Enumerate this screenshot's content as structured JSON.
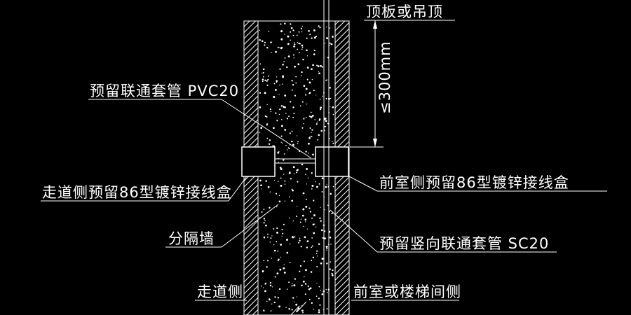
{
  "colors": {
    "bg": "#000000",
    "line": "#ffffff"
  },
  "labels": {
    "ceiling": "顶板或吊顶",
    "sleeve_pvc": "预留联通套管 PVC20",
    "corridor_box": "走道侧预留86型镀锌接线盒",
    "partition_wall": "分隔墙",
    "front_box": "前室侧预留86型镀锌接线盒",
    "vertical_sleeve": "预留竖向联通套管 SC20",
    "corridor_side": "走道侧",
    "front_side": "前室或楼梯间侧",
    "dimension": "≤300mm"
  }
}
